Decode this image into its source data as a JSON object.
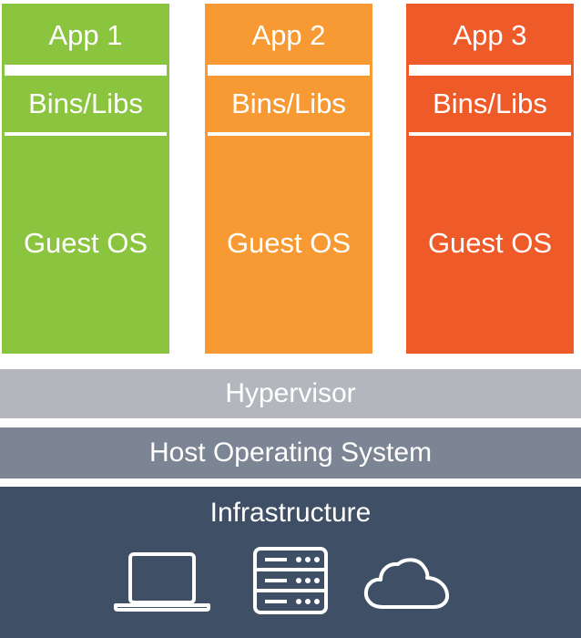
{
  "columns": [
    {
      "app": "App 1",
      "bins": "Bins/Libs",
      "os": "Guest OS"
    },
    {
      "app": "App 2",
      "bins": "Bins/Libs",
      "os": "Guest OS"
    },
    {
      "app": "App 3",
      "bins": "Bins/Libs",
      "os": "Guest OS"
    }
  ],
  "layers": {
    "hypervisor": "Hypervisor",
    "host_os": "Host Operating System",
    "infrastructure": "Infrastructure"
  },
  "icons": [
    "laptop-icon",
    "server-icon",
    "cloud-icon"
  ],
  "colors": {
    "app1": "#8bc53f",
    "app2": "#f79a33",
    "app3": "#ef5a29",
    "hypervisor": "#b3b6bd",
    "host_os": "#7c8594",
    "infrastructure": "#3f4f66"
  }
}
